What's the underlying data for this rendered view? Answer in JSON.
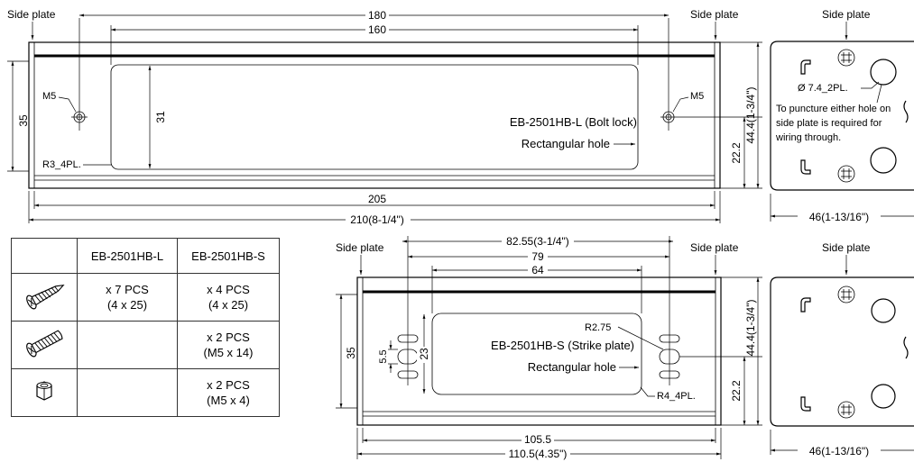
{
  "labels": {
    "side_plate": "Side plate",
    "m5": "M5",
    "r3_4pl": "R3_4PL.",
    "bolt_lock_model": "EB-2501HB-L (Bolt lock)",
    "rectangular_hole": "Rectangular hole",
    "hole_dia": "Ø 7.4_2PL.",
    "note_line1": "To puncture either hole on",
    "note_line2": "side plate is required for",
    "note_line3": "wiring through.",
    "strike_model": "EB-2501HB-S (Strike plate)",
    "r2_75": "R2.75",
    "r4_4pl": "R4_4PL."
  },
  "dims": {
    "top_180": "180",
    "top_160": "160",
    "top_35": "35",
    "top_31": "31",
    "top_22_2": "22.2",
    "top_44_4": "44.4(1-3/4\")",
    "top_205": "205",
    "top_210": "210(8-1/4\")",
    "side_46_top": "46(1-13/16\")",
    "bot_82_55": "82.55(3-1/4\")",
    "bot_79": "79",
    "bot_64": "64",
    "bot_35": "35",
    "bot_5_5": "5.5",
    "bot_23": "23",
    "bot_22_2": "22.2",
    "bot_44_4": "44.4(1-3/4\")",
    "bot_105_5": "105.5",
    "bot_110_5": "110.5(4.35\")",
    "side_46_bot": "46(1-13/16\")"
  },
  "table": {
    "headers": [
      "",
      "EB-2501HB-L",
      "EB-2501HB-S"
    ],
    "rows": [
      {
        "icon": "self-tapping-screw-icon",
        "col1_a": "x 7 PCS",
        "col1_b": "(4 x 25)",
        "col2_a": "x 4 PCS",
        "col2_b": "(4 x 25)"
      },
      {
        "icon": "machine-screw-icon",
        "col1_a": "",
        "col1_b": "",
        "col2_a": "x 2 PCS",
        "col2_b": "(M5 x 14)"
      },
      {
        "icon": "hex-nut-icon",
        "col1_a": "",
        "col1_b": "",
        "col2_a": "x 2 PCS",
        "col2_b": "(M5 x 4)"
      }
    ]
  }
}
